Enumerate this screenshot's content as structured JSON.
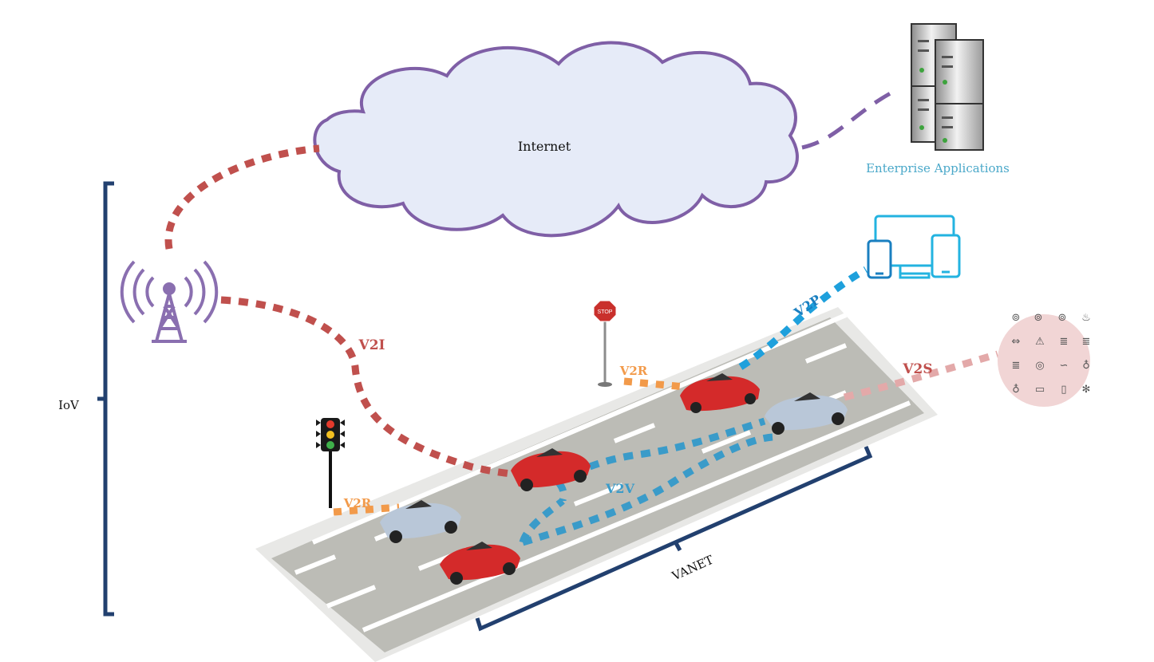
{
  "labels": {
    "internet": "Internet",
    "enterprise": "Enterprise Applications",
    "iov": "IoV",
    "vanet": "VANET",
    "v2i": "V2I",
    "v2p": "V2P",
    "v2s": "V2S",
    "v2v": "V2V",
    "v2r_top": "V2R",
    "v2r_bottom": "V2R",
    "stop": "STOP"
  },
  "colors": {
    "cloud_fill": "#e6ebf8",
    "cloud_stroke": "#7f5fa6",
    "v2i": "#c0504d",
    "v2p": "#1ea0dc",
    "v2s": "#e3a9a9",
    "v2v": "#3a9bc9",
    "v2r": "#f29a4a",
    "bracket": "#22406f",
    "enterprise_text": "#4aa8c9",
    "road": "#bdbdb8",
    "car_red": "#d42a2a",
    "car_silver": "#b9c7d8"
  },
  "icons": {
    "tower": "radio-tower-icon",
    "server": "server-rack-icon",
    "devices": "devices-icon",
    "traffic_light": "traffic-light-icon",
    "stop_sign": "stop-sign-icon",
    "sensors": "dashboard-warning-icons"
  }
}
